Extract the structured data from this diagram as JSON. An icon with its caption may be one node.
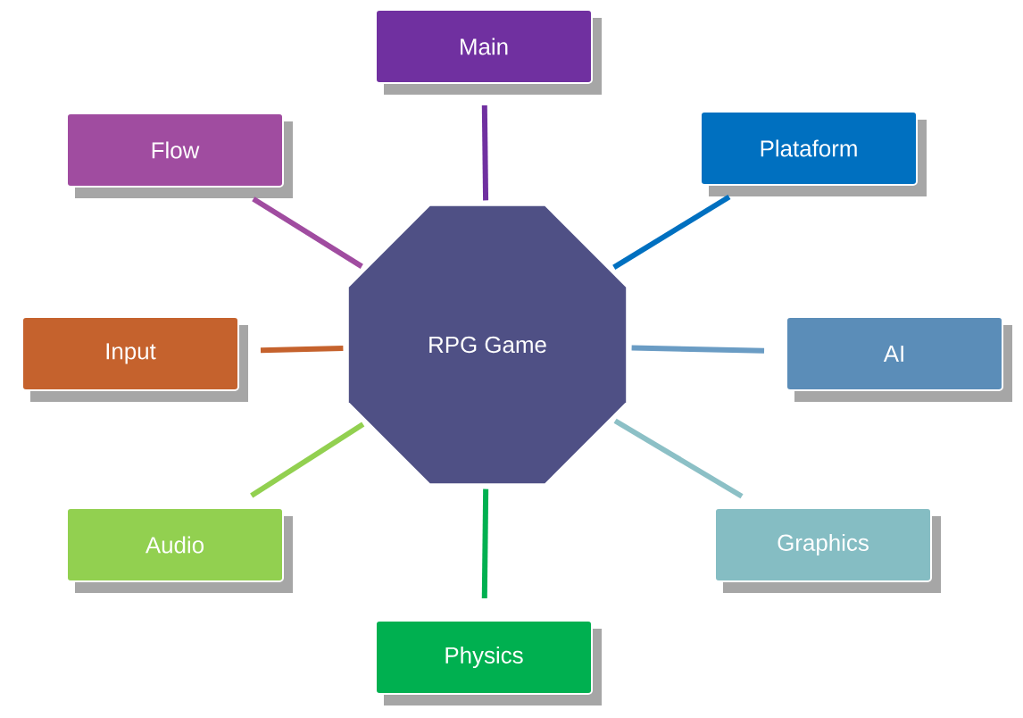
{
  "diagram": {
    "nodes": [
      {
        "text": [
          "RPG Game"
        ]
      },
      {
        "text": [
          "Main"
        ]
      },
      {
        "text": [
          "Plataform"
        ]
      },
      {
        "text": [
          "AI"
        ]
      },
      {
        "text": [
          "Graphics"
        ]
      },
      {
        "text": [
          "Physics"
        ]
      },
      {
        "text": [
          "Audio"
        ]
      },
      {
        "text": [
          "Input"
        ]
      },
      {
        "text": [
          "Flow"
        ]
      }
    ],
    "edges": [
      {
        "from": 0,
        "to": 1,
        "arrow": "none",
        "color": "#7030a0"
      },
      {
        "from": 0,
        "to": 2,
        "arrow": "none",
        "color": "#0070c0"
      },
      {
        "from": 0,
        "to": 3,
        "arrow": "none",
        "color": "#6a9cc4"
      },
      {
        "from": 0,
        "to": 4,
        "arrow": "none",
        "color": "#8cc0c6"
      },
      {
        "from": 0,
        "to": 5,
        "arrow": "none",
        "color": "#00b050"
      },
      {
        "from": 0,
        "to": 6,
        "arrow": "none",
        "color": "#92d050"
      },
      {
        "from": 0,
        "to": 7,
        "arrow": "none",
        "color": "#c5622d"
      },
      {
        "from": 0,
        "to": 8,
        "arrow": "none",
        "color": "#a04ca0"
      }
    ]
  }
}
